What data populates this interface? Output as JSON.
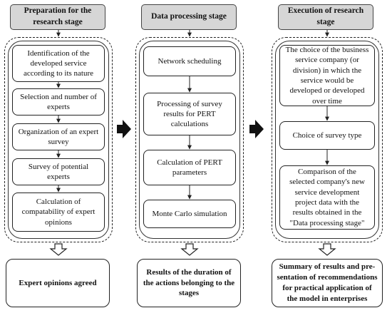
{
  "columns": [
    {
      "header": "Preparation for the research stage",
      "steps": [
        "Identification of the developed service according to its nature",
        "Selection and number of experts",
        "Organization of an expert survey",
        "Survey of potential experts",
        "Calculation of compatability of expert opinions"
      ],
      "result": "Expert opinions agreed"
    },
    {
      "header": "Data processing stage",
      "steps": [
        "Network scheduling",
        "Processing of survey results for PERT calculations",
        "Calculation of PERT parameters",
        "Monte Carlo simulation"
      ],
      "result": "Results of the duration of the actions belonging to the stages"
    },
    {
      "header": "Execution of research stage",
      "steps": [
        "The choice of the business service company (or division) in which the service would be developed or developed over time",
        "Choice of survey type",
        "Comparison of the selected company's new service development project data with the results obtained in the \"Data processing stage\""
      ],
      "result": "Summary of results and pre-sentation of recommendations for practical application of the model in enterprises"
    }
  ]
}
